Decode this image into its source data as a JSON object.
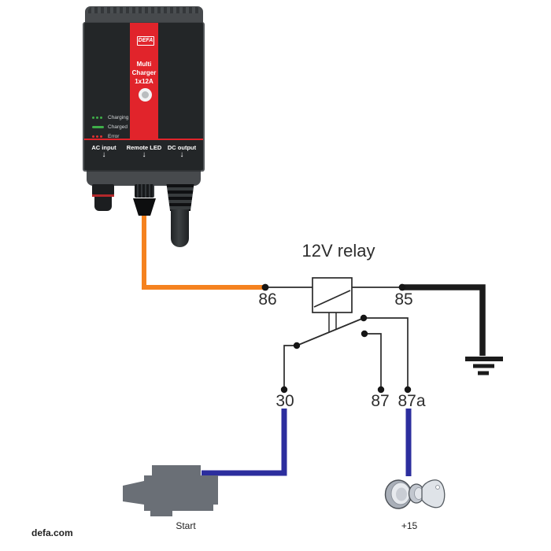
{
  "colors": {
    "defa_red": "#e1242b",
    "orange_wire": "#f5821f",
    "blue_wire": "#2c2e9e",
    "black_wire": "#1b1b1b",
    "led_green": "#3fae49",
    "led_red": "#e03131",
    "starter_gray": "#6a6f76"
  },
  "charger": {
    "brand": "DEFA",
    "model": [
      "Multi",
      "Charger",
      "1x12A"
    ],
    "status_leds": [
      {
        "label": "Charging"
      },
      {
        "label": "Charged"
      },
      {
        "label": "Error"
      }
    ],
    "ports": [
      {
        "label": "AC input",
        "arrow": "↓"
      },
      {
        "label": "Remote LED",
        "arrow": "↓"
      },
      {
        "label": "DC output",
        "arrow": "↓"
      }
    ]
  },
  "relay": {
    "title": "12V relay",
    "terminal_86": "86",
    "terminal_85": "85",
    "terminal_30": "30",
    "terminal_87": "87",
    "terminal_87a": "87a"
  },
  "labels": {
    "starter": "Start",
    "ignition": "+15",
    "footer": "defa.com"
  }
}
